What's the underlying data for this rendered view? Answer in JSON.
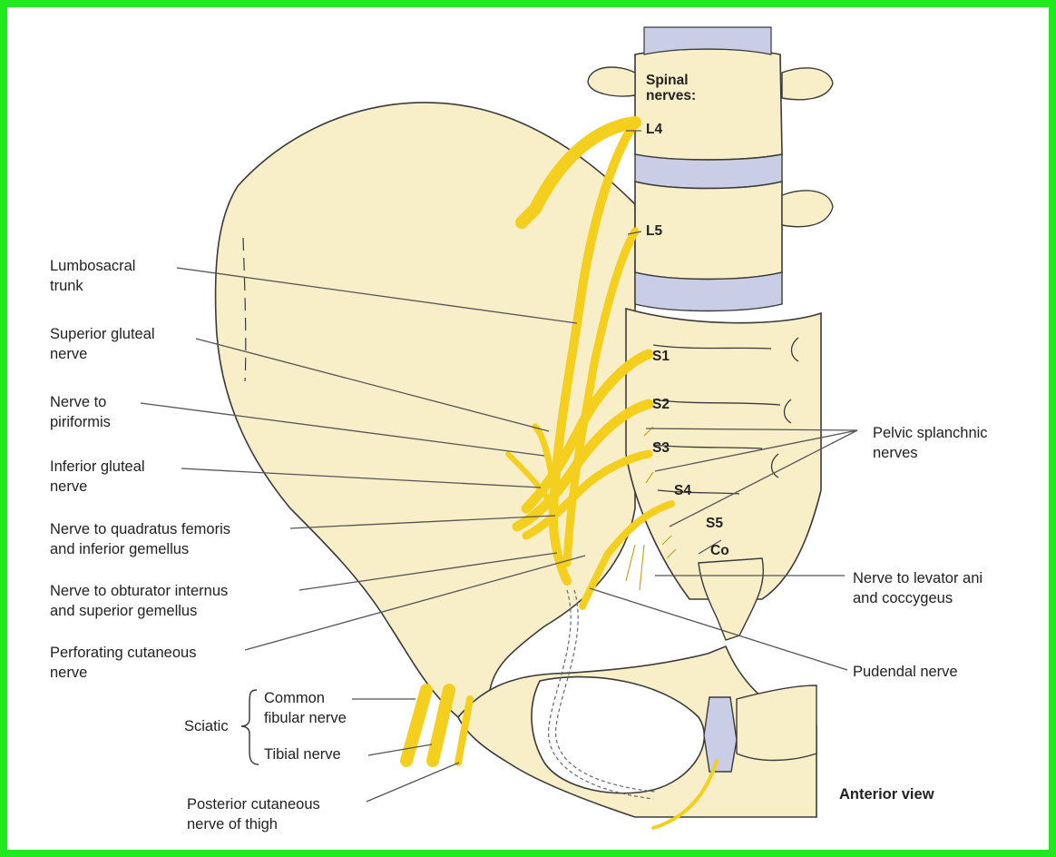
{
  "colors": {
    "frame": "#22e81f",
    "bone": "#f8efc9",
    "bone_outline": "#3a3a3a",
    "nerve": "#f5cf1e",
    "disc": "#c9cde6"
  },
  "view_label": "Anterior view",
  "spinal": {
    "header": "Spinal\nnerves:",
    "levels": [
      "L4",
      "L5",
      "S1",
      "S2",
      "S3",
      "S4",
      "S5",
      "Co"
    ]
  },
  "left_labels": [
    "Lumbosacral\ntrunk",
    "Superior gluteal\nnerve",
    "Nerve to\npiriformis",
    "Inferior gluteal\nnerve",
    "Nerve to quadratus femoris\nand inferior gemellus",
    "Nerve to obturator internus\nand superior gemellus",
    "Perforating cutaneous\nnerve"
  ],
  "sciatic": {
    "label": "Sciatic",
    "branches": [
      "Common\nfibular nerve",
      "Tibial nerve"
    ]
  },
  "posterior_cutaneous": "Posterior cutaneous\nnerve of thigh",
  "right_labels": [
    "Pelvic splanchnic\nnerves",
    "Nerve to levator ani\nand coccygeus",
    "Pudendal nerve"
  ]
}
